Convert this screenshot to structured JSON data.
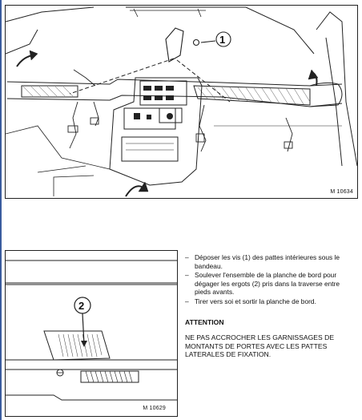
{
  "figures": {
    "top": {
      "reference": "M 10634",
      "callout": "1"
    },
    "bottom": {
      "reference": "M 10629",
      "callout": "2"
    }
  },
  "instructions": [
    {
      "dash": "–",
      "text": "Déposer les vis (1) des pattes intérieures sous le bandeau."
    },
    {
      "dash": "–",
      "text": "Soulever l'ensemble de la planche de bord pour dégager les ergots (2) pris dans la traverse entre pieds avants."
    },
    {
      "dash": "–",
      "text": "Tirer vers soi et sortir la planche de bord."
    }
  ],
  "attention": {
    "title": "ATTENTION",
    "body": "NE PAS ACCROCHER LES GARNISSAGES DE MONTANTS DE PORTES AVEC LES PATTES LATERALES DE FIXATION."
  }
}
